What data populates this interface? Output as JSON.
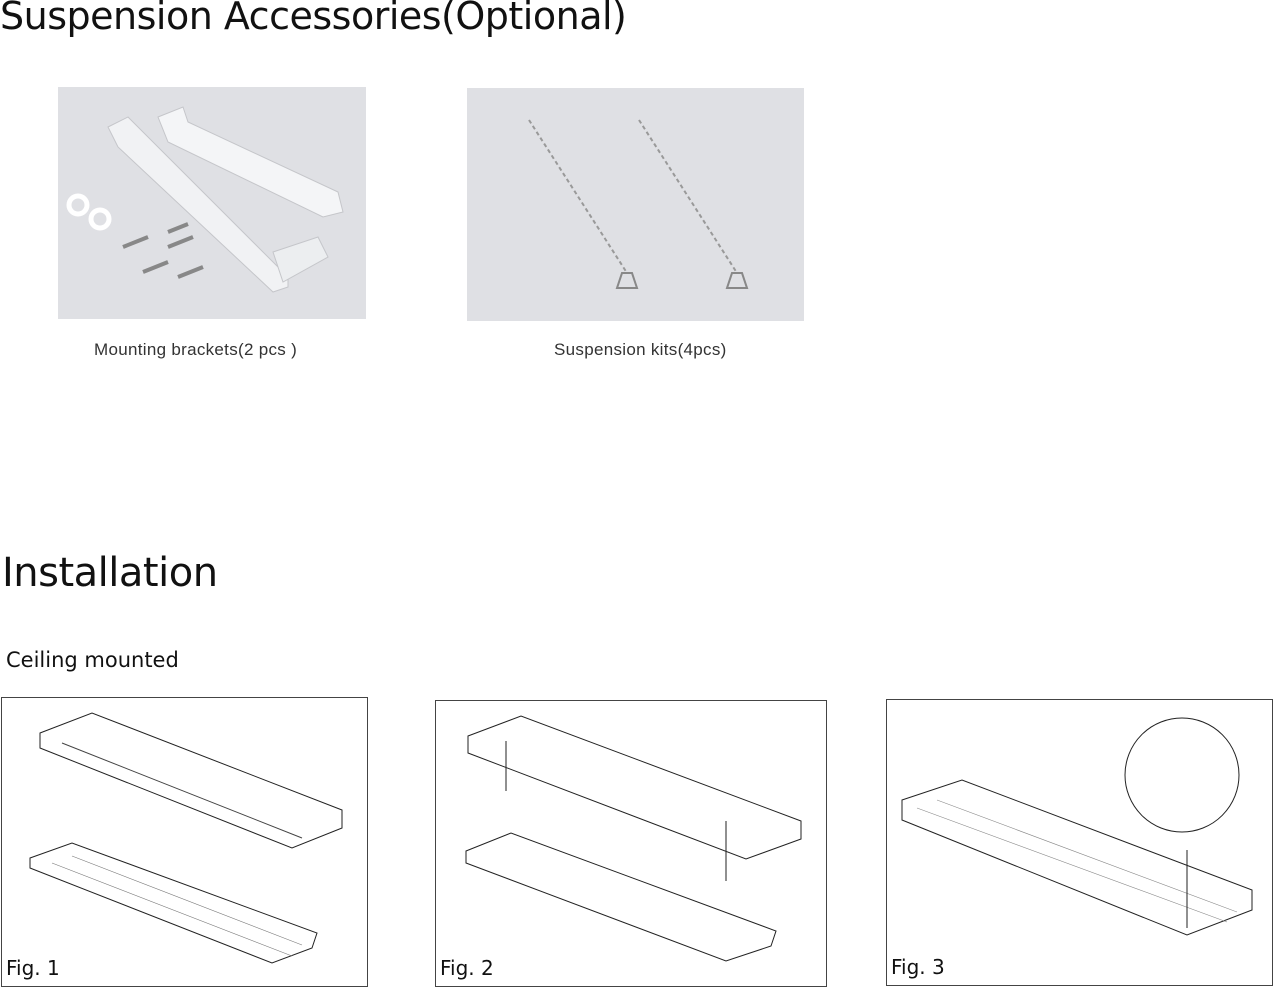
{
  "accessories": {
    "title": "Suspension Accessories(Optional)",
    "items": [
      {
        "caption": "Mounting brackets(2 pcs )"
      },
      {
        "caption": "Suspension kits(4pcs)"
      }
    ]
  },
  "installation": {
    "title": "Installation",
    "subtitle": "Ceiling mounted",
    "figures": [
      {
        "label": "Fig. 1"
      },
      {
        "label": "Fig. 2"
      },
      {
        "label": "Fig. 3"
      }
    ]
  }
}
